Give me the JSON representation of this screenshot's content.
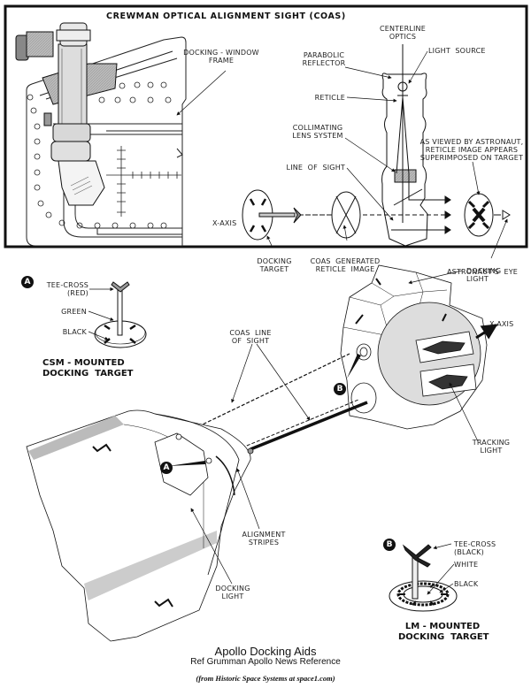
{
  "coas_panel": {
    "title": "CREWMAN OPTICAL ALIGNMENT SIGHT (COAS)",
    "labels": {
      "docking_window_frame": "DOCKING - WINDOW\nFRAME",
      "centerline_optics": "CENTERLINE\nOPTICS",
      "parabolic_reflector": "PARABOLIC\nREFLECTOR",
      "light_source": "LIGHT  SOURCE",
      "reticle": "RETICLE",
      "collimating_lens_system": "COLLIMATING\nLENS SYSTEM",
      "line_of_sight": "LINE  OF  SIGHT",
      "as_viewed": "AS VIEWED BY ASTRONAUT,\nRETICLE IMAGE APPEARS\nSUPERIMPOSED ON TARGET",
      "x_axis": "X-AXIS",
      "docking_target": "DOCKING\nTARGET",
      "coas_reticle_image": "COAS  GENERATED\nRETICLE  IMAGE",
      "astronauts_eye": "ASTRONAUT'S  EYE"
    }
  },
  "csm_target": {
    "badge": "A",
    "tee_cross": "TEE-CROSS\n(RED)",
    "green": "GREEN",
    "black": "BLACK",
    "title": "CSM - MOUNTED\nDOCKING  TARGET"
  },
  "docking_scene": {
    "coas_line_of_sight": "COAS  LINE\nOF  SIGHT",
    "lm_docking_light": "DOCKING\nLIGHT",
    "x_axis": "X-AXIS",
    "tracking_light": "TRACKING\nLIGHT",
    "alignment_stripes": "ALIGNMENT\nSTRIPES",
    "csm_docking_light": "DOCKING\nLIGHT",
    "badge_a": "A",
    "badge_b": "B"
  },
  "lm_target": {
    "badge": "B",
    "tee_cross": "TEE-CROSS\n(BLACK)",
    "white": "WHITE",
    "black": "BLACK",
    "title": "LM - MOUNTED\nDOCKING  TARGET"
  },
  "caption": {
    "title": "Apollo Docking Aids",
    "reference": "Ref Grumman Apollo News Reference",
    "source": "(from Historic Space Systems at space1.com)"
  }
}
